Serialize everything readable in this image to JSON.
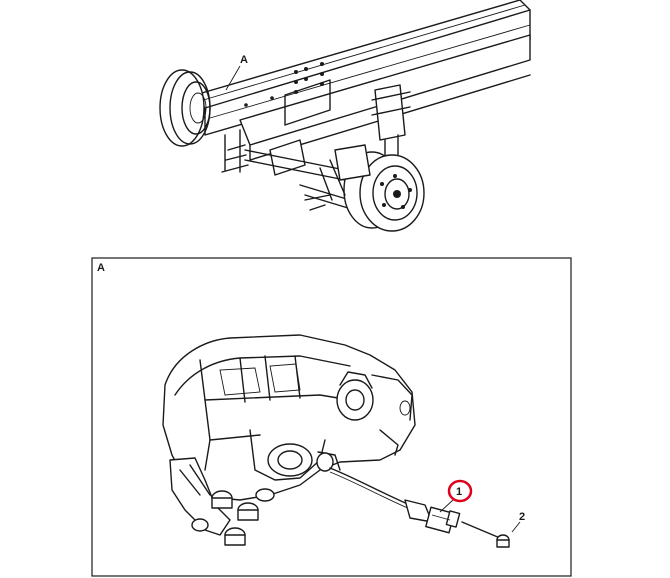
{
  "diagram": {
    "detail_label_top": "A",
    "detail_label_box": "A",
    "callout_1": "1",
    "callout_2": "2",
    "highlight_color": "#e0001b",
    "line_color": "#1a1a1a"
  }
}
